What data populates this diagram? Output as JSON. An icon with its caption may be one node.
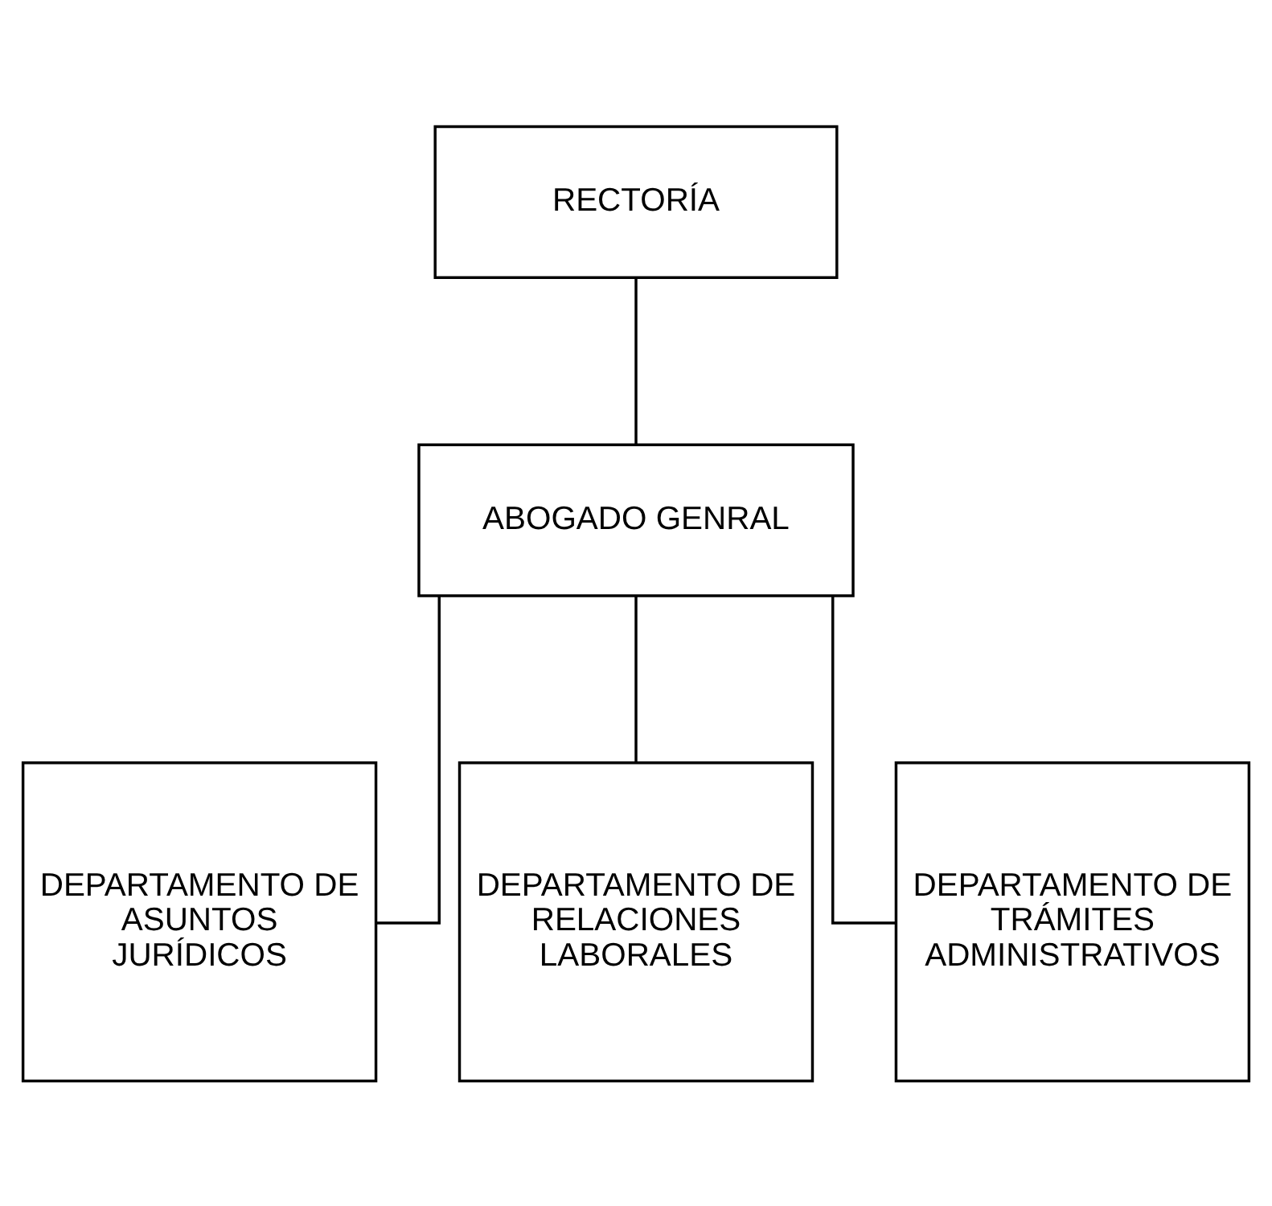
{
  "diagram": {
    "nodes": [
      {
        "text": [
          "RECTORÍA"
        ]
      },
      {
        "text": [
          "ABOGADO GENRAL"
        ]
      },
      {
        "text": [
          "DEPARTAMENTO DE ASUNTOS JURÍDICOS"
        ]
      },
      {
        "text": [
          "DEPARTAMENTO DE RELACIONES LABORALES"
        ]
      },
      {
        "text": [
          "DEPARTAMENTO DE TRÁMITES ADMINISTRATIVOS"
        ]
      }
    ],
    "edges": [
      {
        "from": 0,
        "to": 1,
        "arrow": "none"
      },
      {
        "from": 1,
        "to": 2,
        "arrow": "none"
      },
      {
        "from": 1,
        "to": 3,
        "arrow": "none"
      },
      {
        "from": 1,
        "to": 4,
        "arrow": "none"
      }
    ]
  }
}
